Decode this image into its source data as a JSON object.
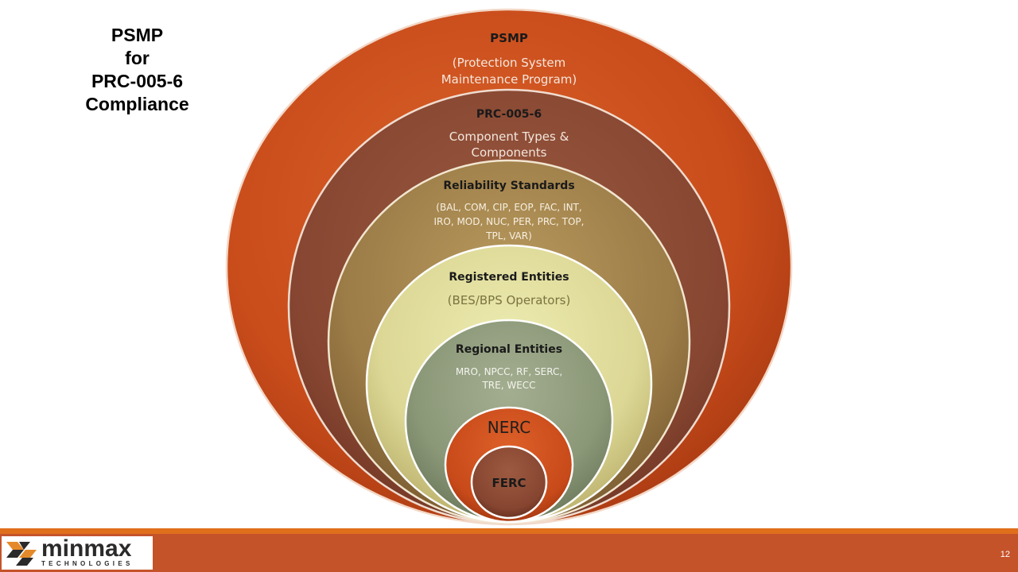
{
  "slide_title_lines": [
    "PSMP",
    "for",
    "PRC-005-6",
    "Compliance"
  ],
  "rings": [
    {
      "title": "PSMP",
      "subtitle_lines": [
        "(Protection System",
        "Maintenance Program)"
      ],
      "fill": "#cc4f1e"
    },
    {
      "title": "PRC-005-6",
      "subtitle_lines": [
        "Component Types &",
        "Components"
      ],
      "fill": "#8d4b35"
    },
    {
      "title": "Reliability Standards",
      "subtitle_lines": [
        "(BAL, COM, CIP, EOP, FAC, INT,",
        "IRO, MOD, NUC, PER, PRC, TOP,",
        "TPL, VAR)"
      ],
      "fill": "#9a7a45"
    },
    {
      "title": "Registered Entities",
      "subtitle_lines": [
        "(BES/BPS Operators)"
      ],
      "fill": "#d9d591"
    },
    {
      "title": "Regional Entities",
      "subtitle_lines": [
        "MRO, NPCC, RF, SERC,",
        "TRE, WECC"
      ],
      "fill": "#8e9a7b"
    },
    {
      "title": "NERC",
      "subtitle_lines": [],
      "fill": "#cc4f1e"
    },
    {
      "title": "FERC",
      "subtitle_lines": [],
      "fill": "#8d4b35"
    }
  ],
  "logo": {
    "word_min": "min",
    "word_max": "max",
    "subtitle": "TECHNOLOGIES"
  },
  "page_number": "12",
  "colors": {
    "footer_bar": "#c5532a",
    "footer_line": "#e06f1c"
  }
}
